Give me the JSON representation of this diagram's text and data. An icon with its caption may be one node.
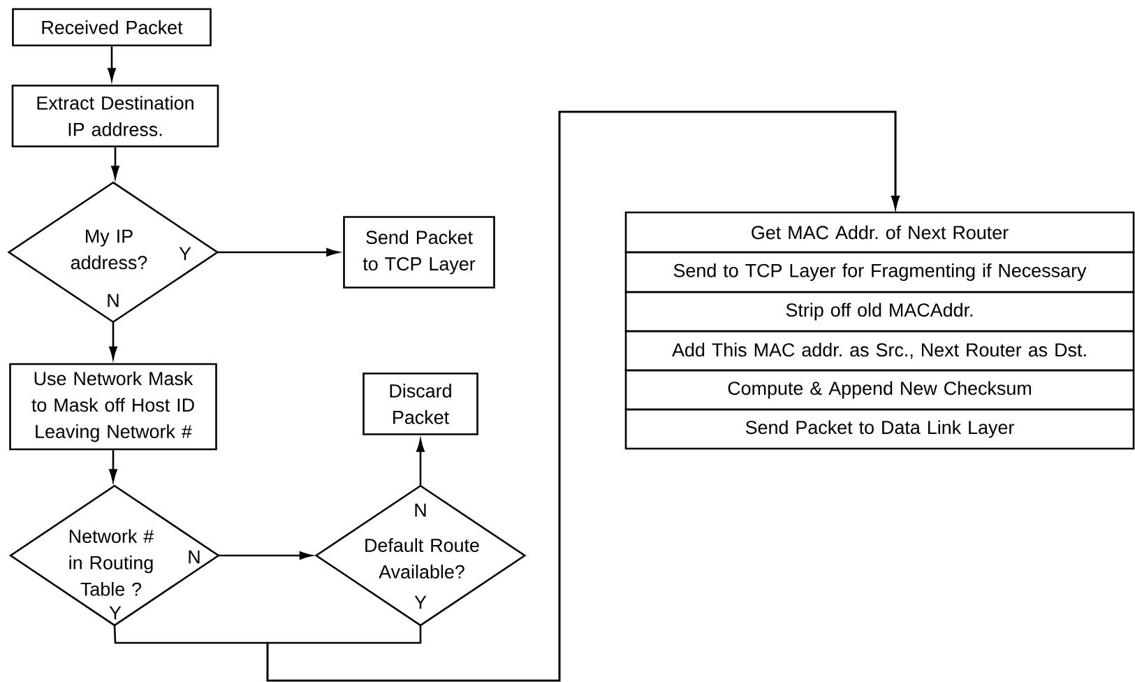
{
  "diagram": {
    "nodes": [
      {
        "text": [
          "Received Packet"
        ]
      },
      {
        "text": [
          "Extract Destination IP address."
        ]
      },
      {
        "text": [
          "My IP address?",
          "Y",
          "N"
        ]
      },
      {
        "text": [
          "Send Packet to TCP Layer"
        ]
      },
      {
        "text": [
          "Use Network Mask to Mask off Host ID Leaving Network #"
        ]
      },
      {
        "text": [
          "Discard Packet"
        ]
      },
      {
        "text": [
          "Network # in Routing Table ?",
          "N",
          "Y"
        ]
      },
      {
        "text": [
          "N",
          "Default Route Available?",
          "Y"
        ]
      },
      {
        "text": [
          "Get MAC Addr. of Next Router"
        ]
      },
      {
        "text": [
          "Send to TCP Layer for Fragmenting if Necessary"
        ]
      },
      {
        "text": [
          "Strip off old MACAddr."
        ]
      },
      {
        "text": [
          "Add This MAC addr. as Src., Next Router as Dst."
        ]
      },
      {
        "text": [
          "Compute & Append New Checksum"
        ]
      },
      {
        "text": [
          "Send Packet to Data Link Layer"
        ]
      }
    ],
    "edges": [
      {
        "from": 0,
        "to": 1,
        "arrow": "to"
      },
      {
        "from": 1,
        "to": 2,
        "arrow": "to"
      },
      {
        "from": 2,
        "to": 3,
        "arrow": "to"
      },
      {
        "from": 2,
        "to": 4,
        "arrow": "to"
      },
      {
        "from": 4,
        "to": 6,
        "arrow": "to"
      },
      {
        "from": 6,
        "to": 7,
        "arrow": "to"
      },
      {
        "from": 7,
        "to": 5,
        "arrow": "to"
      },
      {
        "from": 6,
        "to": 8,
        "arrow": "to"
      },
      {
        "from": 7,
        "to": 8,
        "arrow": "to"
      }
    ]
  }
}
